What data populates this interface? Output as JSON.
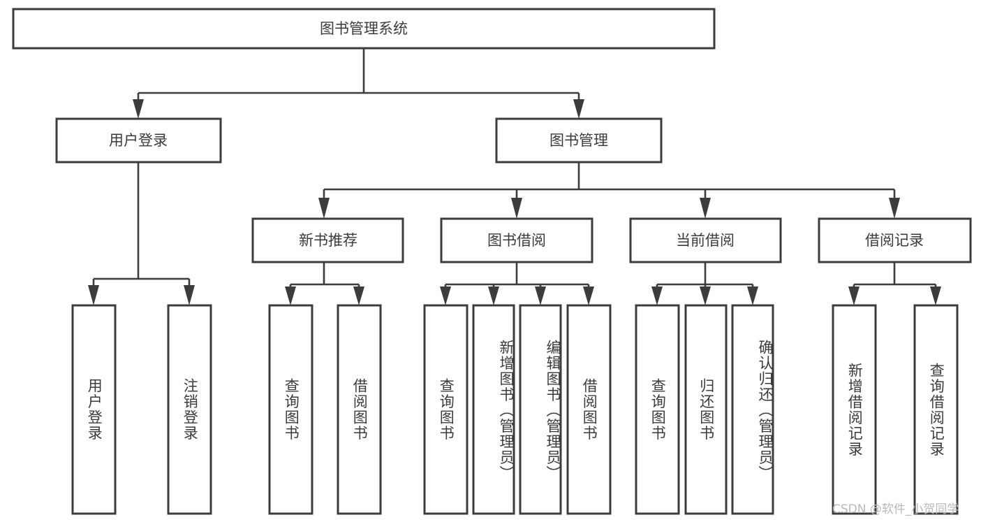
{
  "diagram": {
    "title": "图书管理系统",
    "type": "tree-hierarchy",
    "root": {
      "id": "root",
      "label": "图书管理系统"
    },
    "level2": [
      {
        "id": "user-login",
        "label": "用户登录"
      },
      {
        "id": "book-manage",
        "label": "图书管理"
      }
    ],
    "level3": [
      {
        "id": "new-book-recommend",
        "label": "新书推荐",
        "parent": "book-manage"
      },
      {
        "id": "book-borrow",
        "label": "图书借阅",
        "parent": "book-manage"
      },
      {
        "id": "current-borrow",
        "label": "当前借阅",
        "parent": "book-manage"
      },
      {
        "id": "borrow-record",
        "label": "借阅记录",
        "parent": "book-manage"
      }
    ],
    "leaves": {
      "user-login": [
        {
          "id": "leaf-user-login",
          "label": "用户登录"
        },
        {
          "id": "leaf-logout",
          "label": "注销登录"
        }
      ],
      "new-book-recommend": [
        {
          "id": "leaf-query-book-1",
          "label": "查询图书"
        },
        {
          "id": "leaf-borrow-book-1",
          "label": "借阅图书"
        }
      ],
      "book-borrow": [
        {
          "id": "leaf-query-book-2",
          "label": "查询图书"
        },
        {
          "id": "leaf-add-book",
          "label": "新增图书（管理员）"
        },
        {
          "id": "leaf-edit-book",
          "label": "编辑图书（管理员）"
        },
        {
          "id": "leaf-borrow-book-2",
          "label": "借阅图书"
        }
      ],
      "current-borrow": [
        {
          "id": "leaf-query-book-3",
          "label": "查询图书"
        },
        {
          "id": "leaf-return-book",
          "label": "归还图书"
        },
        {
          "id": "leaf-confirm-return",
          "label": "确认归还（管理员）"
        }
      ],
      "borrow-record": [
        {
          "id": "leaf-add-record",
          "label": "新增借阅记录"
        },
        {
          "id": "leaf-query-record",
          "label": "查询借阅记录"
        }
      ]
    },
    "watermark": "CSDN @软件_小贺同学",
    "colors": {
      "stroke": "#3c3c3c",
      "fill": "#ffffff",
      "text": "#3b3b3b",
      "watermark": "#b9b9b9",
      "background": "#ffffff"
    }
  }
}
